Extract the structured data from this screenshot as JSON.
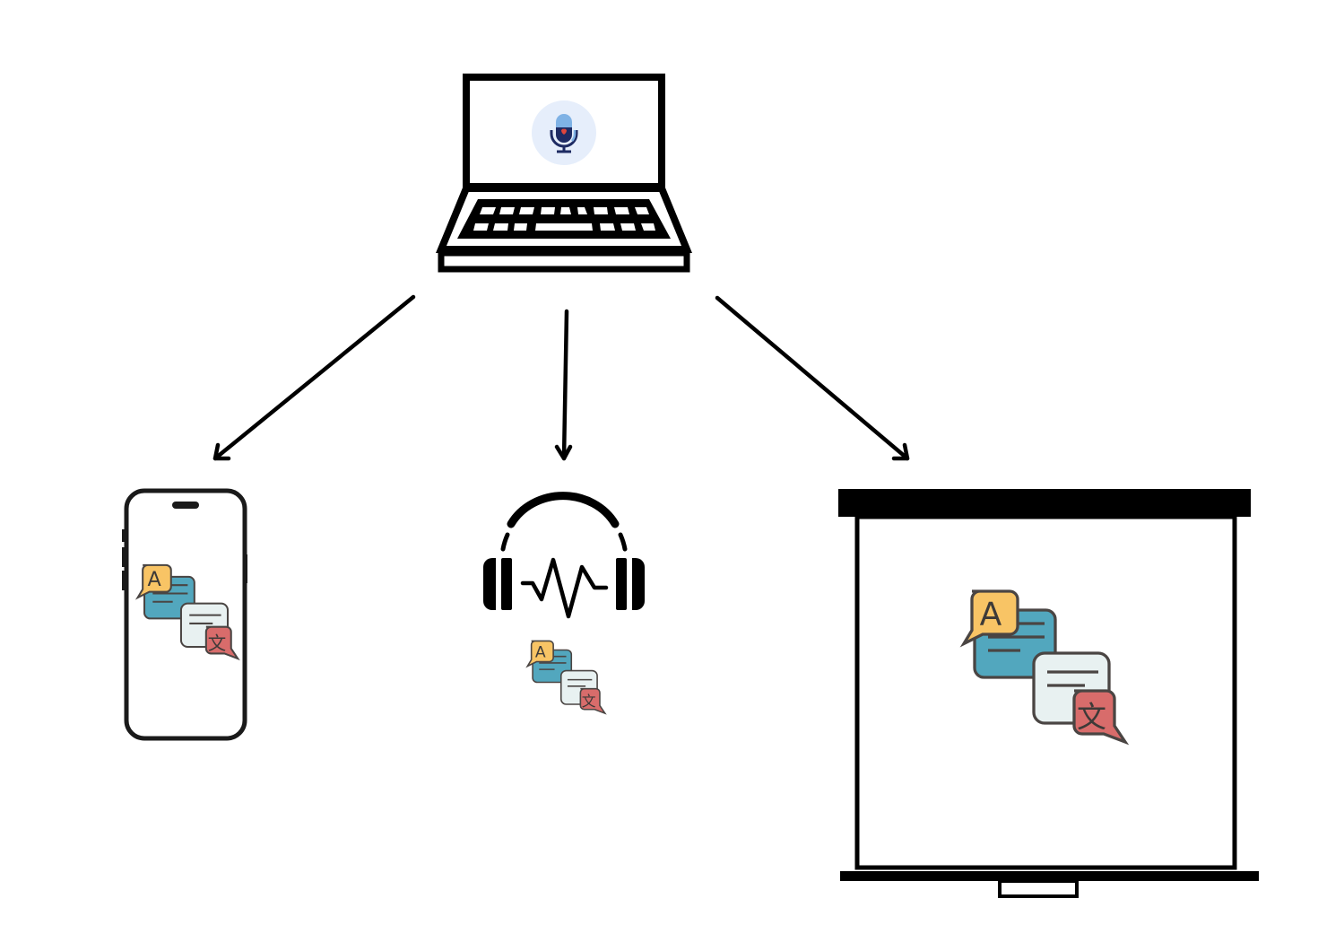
{
  "diagram": {
    "title": "",
    "source": {
      "id": "laptop",
      "icon": "laptop-icon",
      "screen_icon": "microphone-icon",
      "screen_badge_color": "#e6eefb",
      "mic_head_color": "#7fb2e5",
      "mic_body_color": "#1e2b63",
      "mic_heart_color": "#e0463c"
    },
    "targets": [
      {
        "id": "smartphone",
        "icon": "smartphone-icon",
        "content_icon": "translation-icon"
      },
      {
        "id": "headphones",
        "icon": "headphones-icon",
        "content_icon": "translation-icon"
      },
      {
        "id": "projector-screen",
        "icon": "projector-screen-icon",
        "content_icon": "translation-icon"
      }
    ],
    "edges": [
      {
        "from": "laptop",
        "to": "smartphone"
      },
      {
        "from": "laptop",
        "to": "headphones"
      },
      {
        "from": "laptop",
        "to": "projector-screen"
      }
    ],
    "translation_icon": {
      "source_glyph": "A",
      "target_glyph": "文",
      "colors": {
        "source_tag": "#f8c465",
        "source_bubble": "#52a7be",
        "target_bubble": "#e8f1f1",
        "target_tag": "#d86c6b",
        "outline": "#4a4543"
      }
    },
    "line_color": "#000000"
  }
}
